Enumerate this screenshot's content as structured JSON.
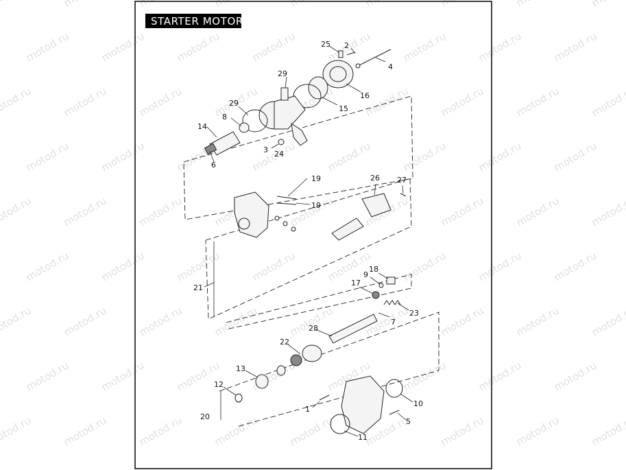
{
  "title": "STARTER MOTOR",
  "watermark": "motod.ru",
  "callouts": [
    {
      "id": "25",
      "label": "25"
    },
    {
      "id": "2",
      "label": "2"
    },
    {
      "id": "4",
      "label": "4"
    },
    {
      "id": "29a",
      "label": "29"
    },
    {
      "id": "16",
      "label": "16"
    },
    {
      "id": "29b",
      "label": "29"
    },
    {
      "id": "15",
      "label": "15"
    },
    {
      "id": "8",
      "label": "8"
    },
    {
      "id": "14",
      "label": "14"
    },
    {
      "id": "3",
      "label": "3"
    },
    {
      "id": "24",
      "label": "24"
    },
    {
      "id": "6",
      "label": "6"
    },
    {
      "id": "19a",
      "label": "19"
    },
    {
      "id": "26",
      "label": "26"
    },
    {
      "id": "27",
      "label": "27"
    },
    {
      "id": "19b",
      "label": "19"
    },
    {
      "id": "21",
      "label": "21"
    },
    {
      "id": "18",
      "label": "18"
    },
    {
      "id": "9",
      "label": "9"
    },
    {
      "id": "17",
      "label": "17"
    },
    {
      "id": "23",
      "label": "23"
    },
    {
      "id": "7",
      "label": "7"
    },
    {
      "id": "28",
      "label": "28"
    },
    {
      "id": "22",
      "label": "22"
    },
    {
      "id": "13",
      "label": "13"
    },
    {
      "id": "12",
      "label": "12"
    },
    {
      "id": "10",
      "label": "10"
    },
    {
      "id": "1",
      "label": "1"
    },
    {
      "id": "5",
      "label": "5"
    },
    {
      "id": "20",
      "label": "20"
    },
    {
      "id": "11",
      "label": "11"
    }
  ]
}
